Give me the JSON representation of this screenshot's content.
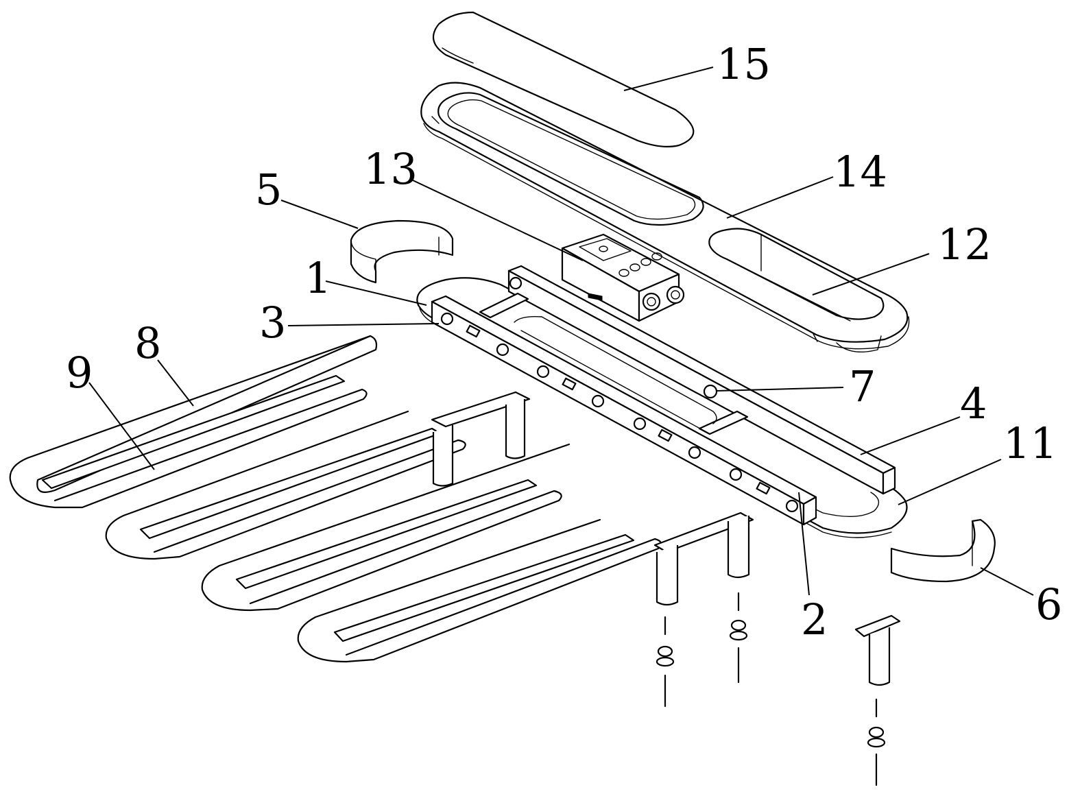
{
  "callouts": {
    "c1": "1",
    "c2": "2",
    "c3": "3",
    "c4": "4",
    "c5": "5",
    "c6": "6",
    "c7": "7",
    "c8": "8",
    "c9": "9",
    "c11": "11",
    "c12": "12",
    "c13": "13",
    "c14": "14",
    "c15": "15"
  }
}
